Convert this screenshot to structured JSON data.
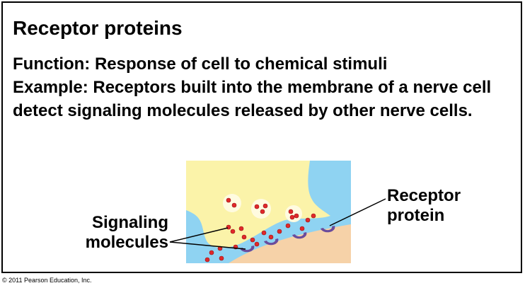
{
  "slide": {
    "title": "Receptor proteins",
    "function_line": "Function: Response of cell to chemical stimuli",
    "example_line": "Example: Receptors built into the membrane of a nerve cell detect signaling molecules released by other nerve cells."
  },
  "diagram": {
    "label_signaling_line1": "Signaling",
    "label_signaling_line2": "molecules",
    "label_receptor_line1": "Receptor",
    "label_receptor_line2": "protein",
    "colors": {
      "background": "#8fd3f2",
      "axon_terminal": "#fbf3a9",
      "postsynaptic_cell": "#f6d2a8",
      "molecule": "#e0282a",
      "receptor": "#6a4c9c",
      "vesicle": "#fffbe0"
    }
  },
  "footer": {
    "copyright": "© 2011 Pearson Education, Inc."
  }
}
